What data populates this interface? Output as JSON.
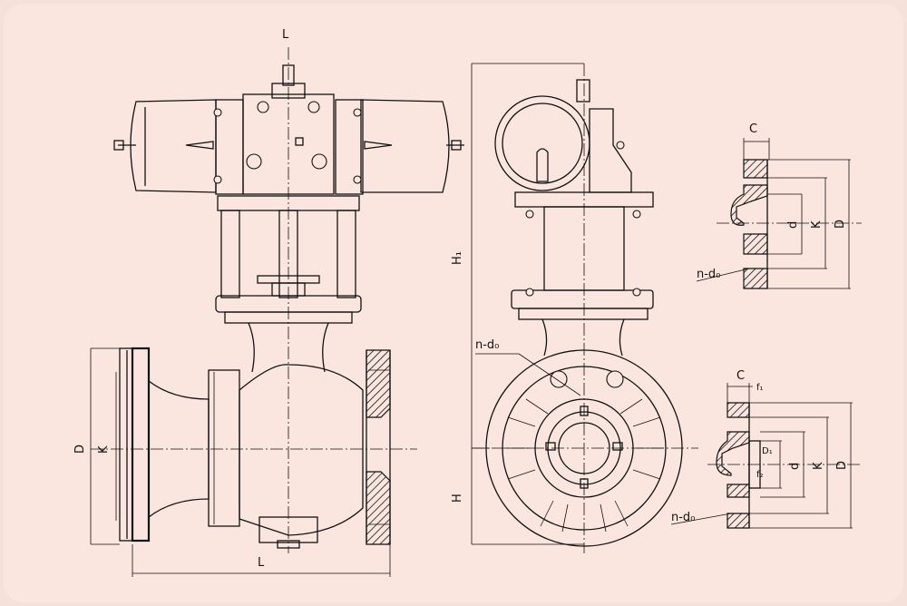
{
  "colors": {
    "background": "#f6e1da",
    "card": "#fbe6df",
    "ink": "#111111"
  },
  "front_view": {
    "label_top_l": "L",
    "label_bottom_l": "L",
    "label_d": "D",
    "label_k": "K"
  },
  "side_view": {
    "label_h1": "H₁",
    "label_h": "H",
    "label_n_d0": "n-d₀"
  },
  "flange_detail_top": {
    "label_c": "C",
    "label_d": "d",
    "label_k": "K",
    "label_D": "D",
    "label_n_d0": "n-d₀"
  },
  "flange_detail_bottom": {
    "label_c": "C",
    "label_f1": "f₁",
    "label_d1": "D₁",
    "label_f2": "f₂",
    "label_d": "d",
    "label_k": "K",
    "label_D": "D",
    "label_n_d0": "n-d₀"
  }
}
